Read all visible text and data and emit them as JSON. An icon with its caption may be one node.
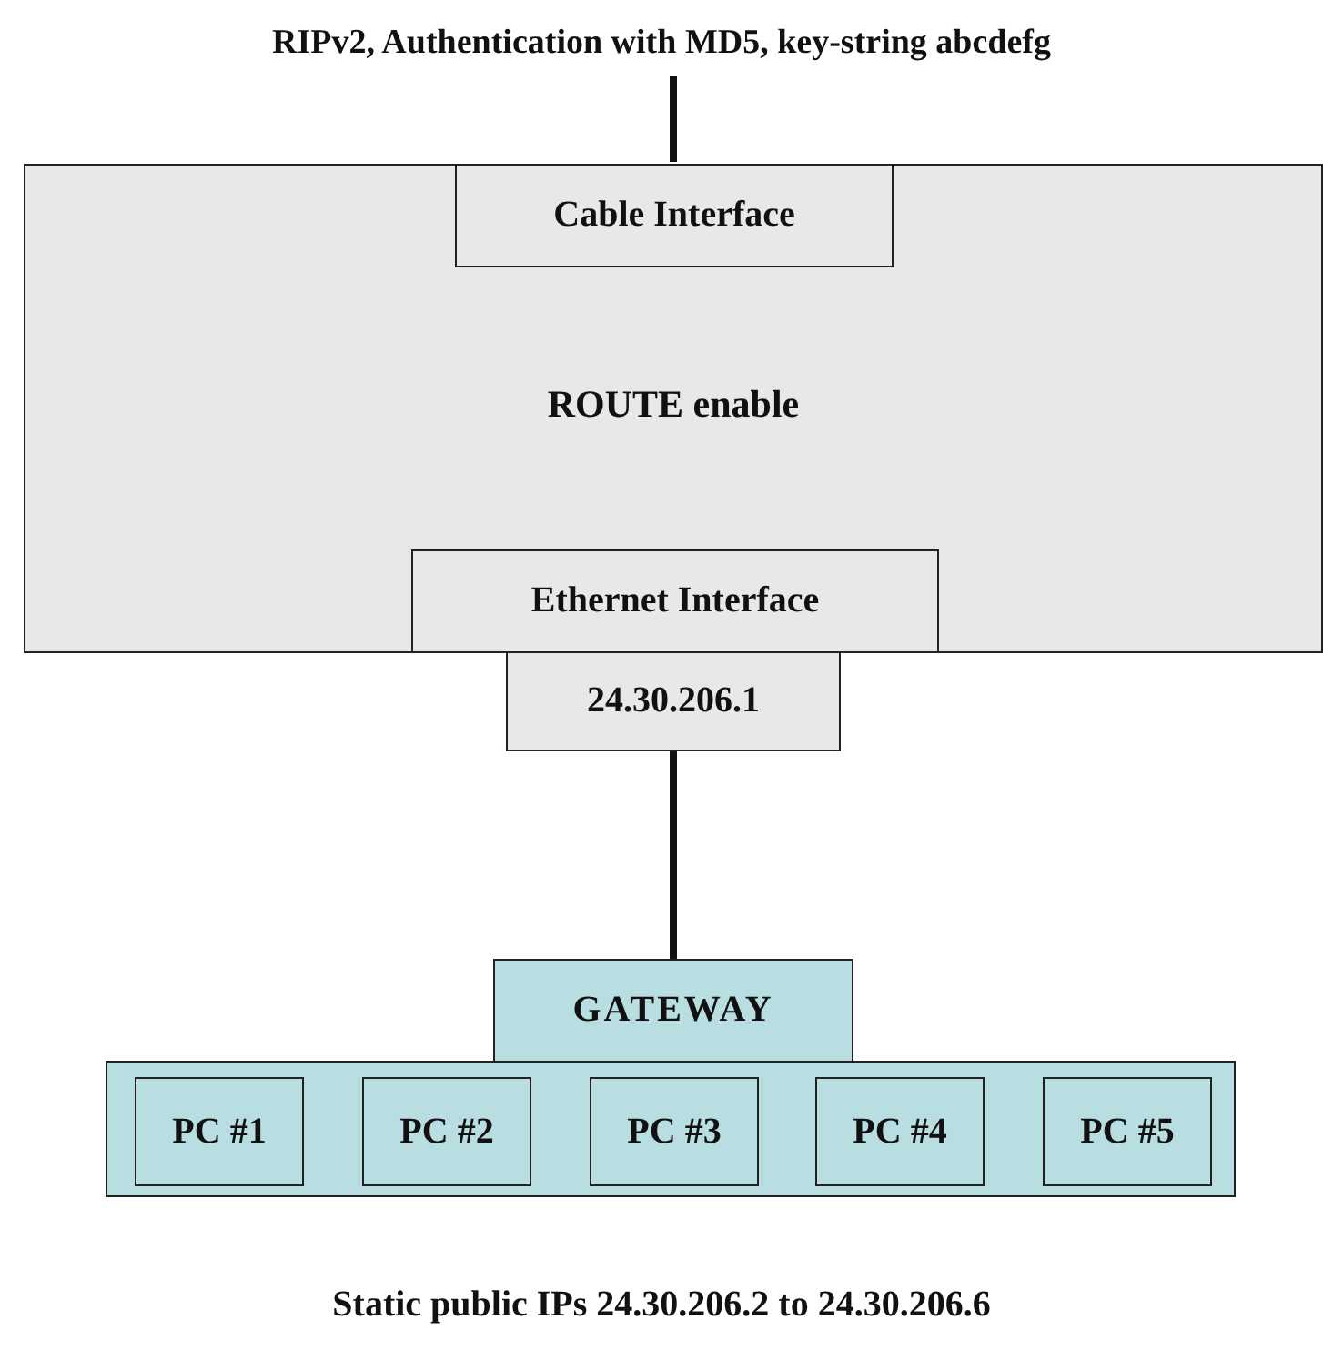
{
  "diagram": {
    "nodes": [
      {
        "text": [
          "RIPv2, Authentication with MD5, key-string abcdefg"
        ]
      },
      {
        "text": [
          "ROUTE enable"
        ]
      },
      {
        "text": [
          "Cable Interface"
        ],
        "in": 1
      },
      {
        "text": [
          "Ethernet Interface"
        ],
        "in": 1
      },
      {
        "text": [
          "24.30.206.1"
        ]
      },
      {
        "text": [
          "GATEWAY"
        ]
      },
      {
        "text": [],
        "shape": "box"
      },
      {
        "text": [
          "PC #1"
        ],
        "in": 6
      },
      {
        "text": [
          "PC #2"
        ],
        "in": 6
      },
      {
        "text": [
          "PC #3"
        ],
        "in": 6
      },
      {
        "text": [
          "PC #4"
        ],
        "in": 6
      },
      {
        "text": [
          "PC #5"
        ],
        "in": 6
      }
    ],
    "edges": [
      {
        "from": 0,
        "to": 2,
        "arrow": "none"
      },
      {
        "from": 4,
        "to": 5,
        "arrow": "none"
      }
    ],
    "caption": "Static public IPs 24.30.206.2 to 24.30.206.6"
  }
}
